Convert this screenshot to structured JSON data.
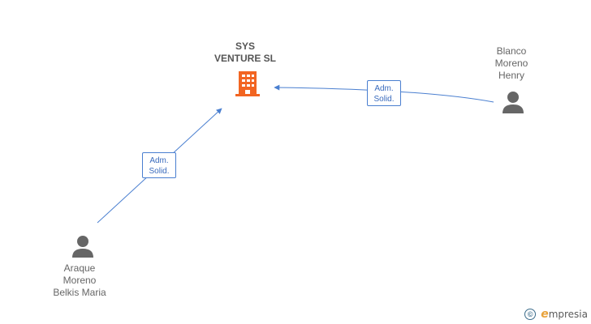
{
  "company": {
    "name_lines": [
      "SYS",
      "VENTURE SL"
    ],
    "icon": "building-icon",
    "color": "#f26522"
  },
  "people": [
    {
      "id": "blanco",
      "name_lines": [
        "Blanco",
        "Moreno",
        "Henry"
      ],
      "icon": "person-icon"
    },
    {
      "id": "araque",
      "name_lines": [
        "Araque",
        "Moreno",
        "Belkis Maria"
      ],
      "icon": "person-icon"
    }
  ],
  "edges": [
    {
      "from": "blanco",
      "to": "company",
      "label_lines": [
        "Adm.",
        "Solid."
      ]
    },
    {
      "from": "araque",
      "to": "company",
      "label_lines": [
        "Adm.",
        "Solid."
      ]
    }
  ],
  "colors": {
    "edge": "#4a7fd0",
    "person_icon": "#666666"
  },
  "footer": {
    "copyright_symbol": "©",
    "brand_initial": "e",
    "brand_rest": "mpresia"
  }
}
